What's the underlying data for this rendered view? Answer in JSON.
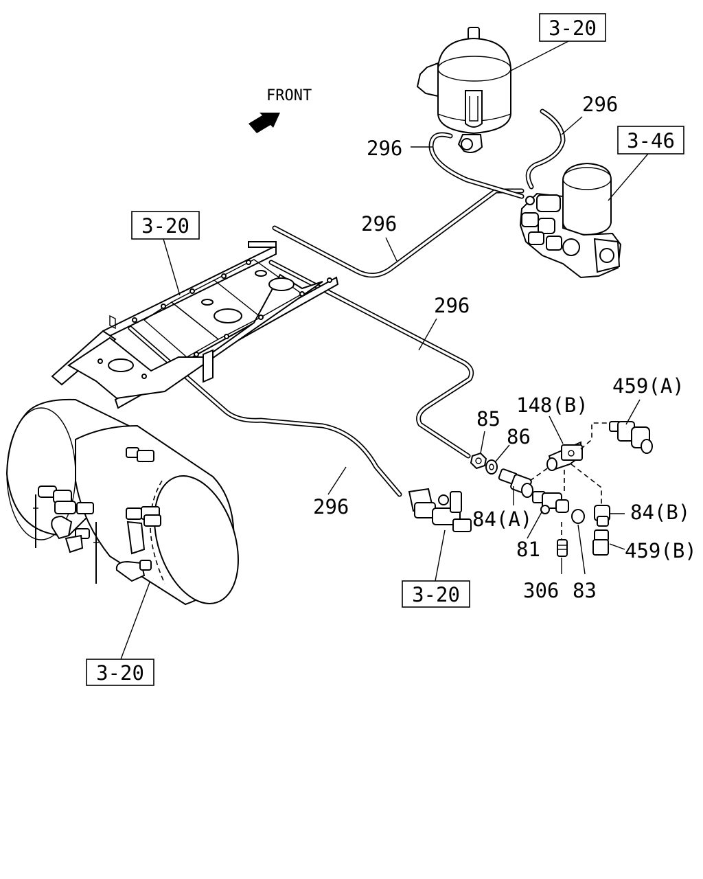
{
  "diagram": {
    "front_label": "FRONT",
    "ref_boxes": [
      "3-20",
      "3-46",
      "3-20",
      "3-20",
      "3-20"
    ],
    "callouts": [
      "296",
      "296",
      "296",
      "296",
      "296",
      "85",
      "86",
      "148(B)",
      "459(A)",
      "84(A)",
      "84(B)",
      "81",
      "459(B)",
      "306",
      "83"
    ]
  }
}
